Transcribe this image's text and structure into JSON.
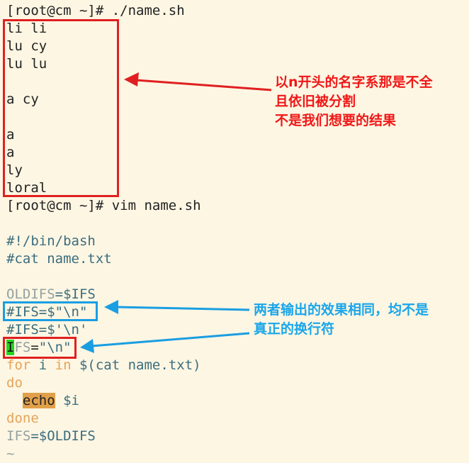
{
  "terminal": {
    "lines": [
      {
        "parts": [
          {
            "t": "[root@cm ~]# ./name.sh",
            "c": ""
          }
        ]
      },
      {
        "parts": [
          {
            "t": "li li",
            "c": ""
          }
        ]
      },
      {
        "parts": [
          {
            "t": "lu cy",
            "c": ""
          }
        ]
      },
      {
        "parts": [
          {
            "t": "lu lu",
            "c": ""
          }
        ]
      },
      {
        "parts": [
          {
            "t": "",
            "c": ""
          }
        ]
      },
      {
        "parts": [
          {
            "t": "a cy",
            "c": ""
          }
        ]
      },
      {
        "parts": [
          {
            "t": "",
            "c": ""
          }
        ]
      },
      {
        "parts": [
          {
            "t": "a",
            "c": ""
          }
        ]
      },
      {
        "parts": [
          {
            "t": "a",
            "c": ""
          }
        ]
      },
      {
        "parts": [
          {
            "t": "ly",
            "c": ""
          }
        ]
      },
      {
        "parts": [
          {
            "t": "loral",
            "c": ""
          }
        ]
      },
      {
        "parts": [
          {
            "t": "[root@cm ~]# vim name.sh",
            "c": ""
          }
        ]
      },
      {
        "parts": [
          {
            "t": "",
            "c": ""
          }
        ]
      },
      {
        "parts": [
          {
            "t": "#!/bin/bash",
            "c": "comment"
          }
        ]
      },
      {
        "parts": [
          {
            "t": "#cat name.txt",
            "c": "comment"
          }
        ]
      },
      {
        "parts": [
          {
            "t": "",
            "c": ""
          }
        ]
      },
      {
        "parts": [
          {
            "t": "OLDIFS",
            "c": "gray"
          },
          {
            "t": "=$IFS",
            "c": "str"
          }
        ]
      },
      {
        "parts": [
          {
            "t": "#IFS=$\"\\n\"",
            "c": "comment"
          }
        ]
      },
      {
        "parts": [
          {
            "t": "#IFS=$'\\n'",
            "c": "comment"
          }
        ]
      },
      {
        "parts": [
          {
            "t": "I",
            "c": "cursor"
          },
          {
            "t": "FS",
            "c": "gray"
          },
          {
            "t": "=",
            "c": ""
          },
          {
            "t": "\"\\n\"",
            "c": "str"
          }
        ]
      },
      {
        "parts": [
          {
            "t": "for",
            "c": "kw"
          },
          {
            "t": " i ",
            "c": "plain"
          },
          {
            "t": "in",
            "c": "kw"
          },
          {
            "t": " $(cat name.txt)",
            "c": "plain"
          }
        ]
      },
      {
        "parts": [
          {
            "t": "do",
            "c": "kw"
          }
        ]
      },
      {
        "parts": [
          {
            "t": "  ",
            "c": ""
          },
          {
            "t": "echo",
            "c": "echo-hl"
          },
          {
            "t": " $i",
            "c": "plain"
          }
        ]
      },
      {
        "parts": [
          {
            "t": "done",
            "c": "kw"
          }
        ]
      },
      {
        "parts": [
          {
            "t": "IFS",
            "c": "gray"
          },
          {
            "t": "=$OLDIFS",
            "c": "str"
          }
        ]
      },
      {
        "parts": [
          {
            "t": "~",
            "c": "gray"
          }
        ]
      }
    ]
  },
  "annotations": {
    "red": [
      "以n开头的名字系那是不全",
      "且依旧被分割",
      "不是我们想要的结果"
    ],
    "blue": [
      "两者输出的效果相同，均不是",
      "真正的换行符"
    ]
  },
  "colors": {
    "background": "#fdf6e3",
    "red": "#e02020",
    "blue": "#1a9ee2",
    "cursor": "#22d61e",
    "echo_highlight": "#e2a04a"
  }
}
